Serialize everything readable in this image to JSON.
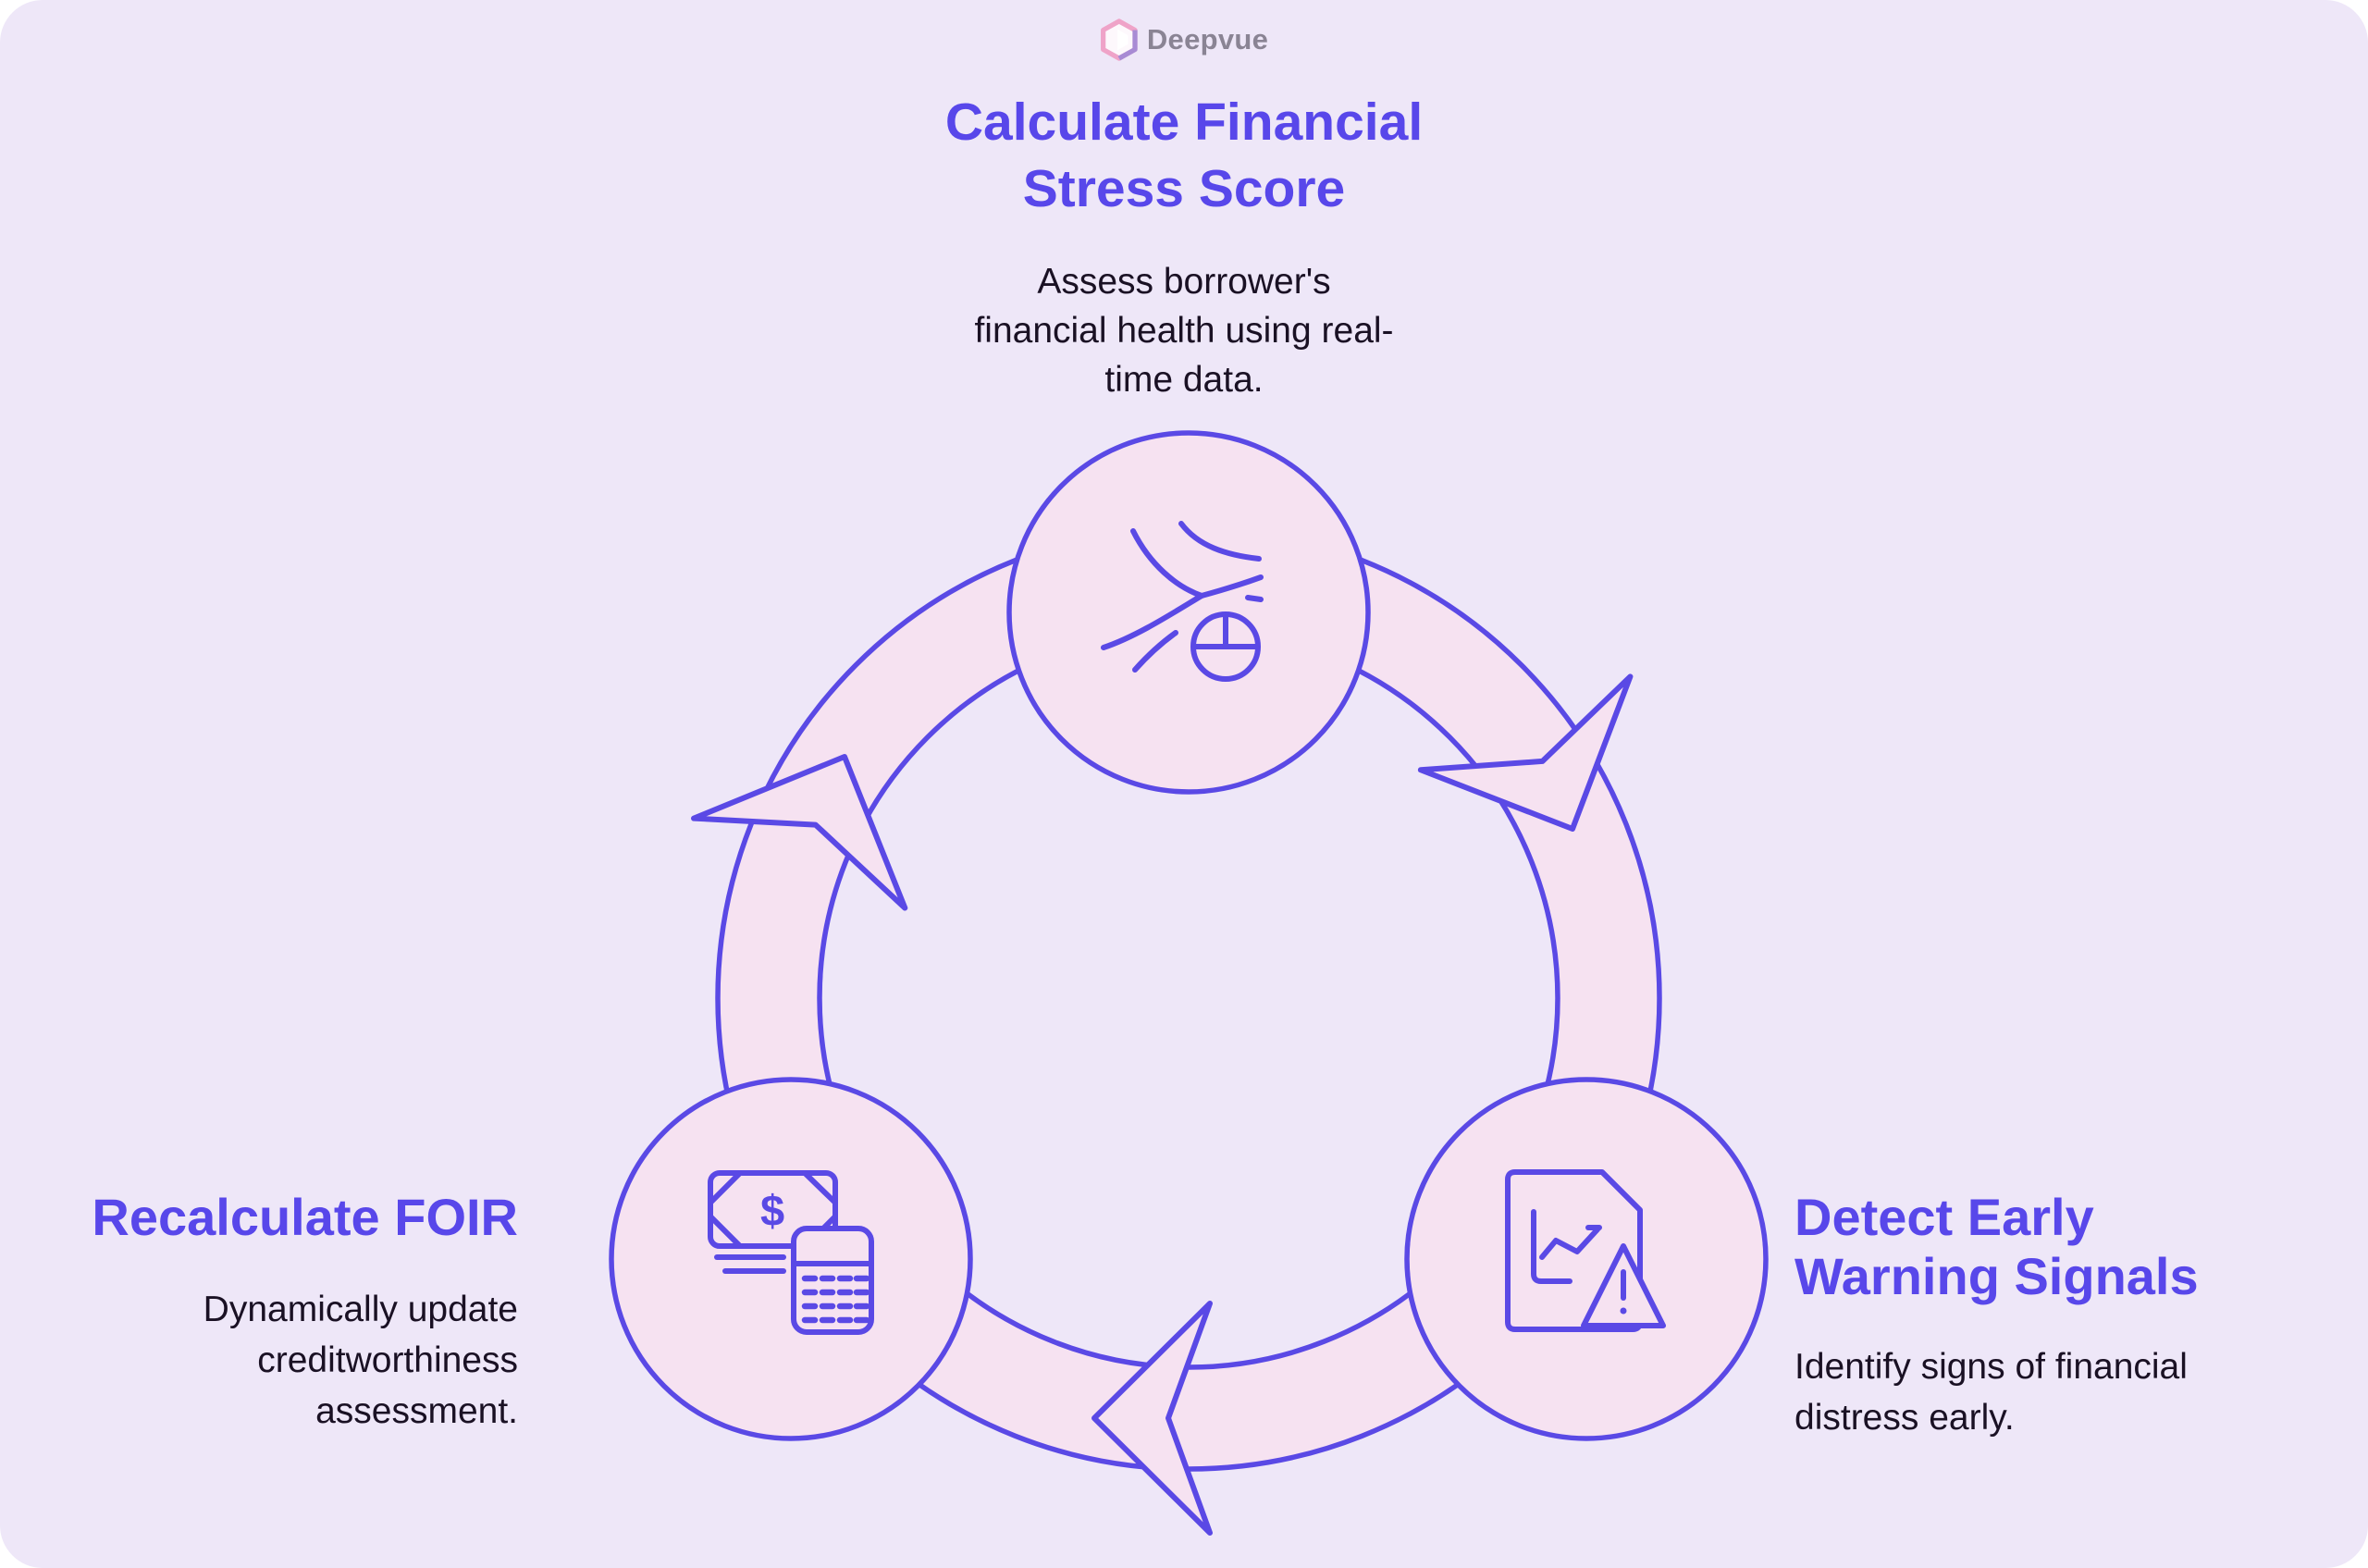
{
  "brand": {
    "logo_text": "Deepvue",
    "logo_icon": "hexagon-logo-icon"
  },
  "colors": {
    "background": "#EEE7F8",
    "accent_purple": "#5847EA",
    "outline_purple": "#5A49E5",
    "node_pink": "#F6E2F1",
    "text_dark": "#1A1124",
    "logo_text_gray": "#8A8494",
    "logo_pink": "#EFA3C8"
  },
  "cycle": {
    "direction": "clockwise",
    "steps": [
      {
        "id": "calculate-financial-stress-score",
        "position": "top",
        "title_lines": [
          "Calculate Financial",
          "Stress Score"
        ],
        "description_lines": [
          "Assess borrower's",
          "financial health using real-",
          "time data."
        ],
        "icon": "stress-meter-icon"
      },
      {
        "id": "detect-early-warning-signals",
        "position": "bottom-right",
        "title_lines": [
          "Detect Early",
          "Warning Signals"
        ],
        "description_lines": [
          "Identify signs of financial",
          "distress early."
        ],
        "icon": "report-alert-icon"
      },
      {
        "id": "recalculate-foir",
        "position": "bottom-left",
        "title_lines": [
          "Recalculate FOIR"
        ],
        "description_lines": [
          "Dynamically update",
          "creditworthiness",
          "assessment."
        ],
        "icon": "cash-calculator-icon"
      }
    ]
  }
}
